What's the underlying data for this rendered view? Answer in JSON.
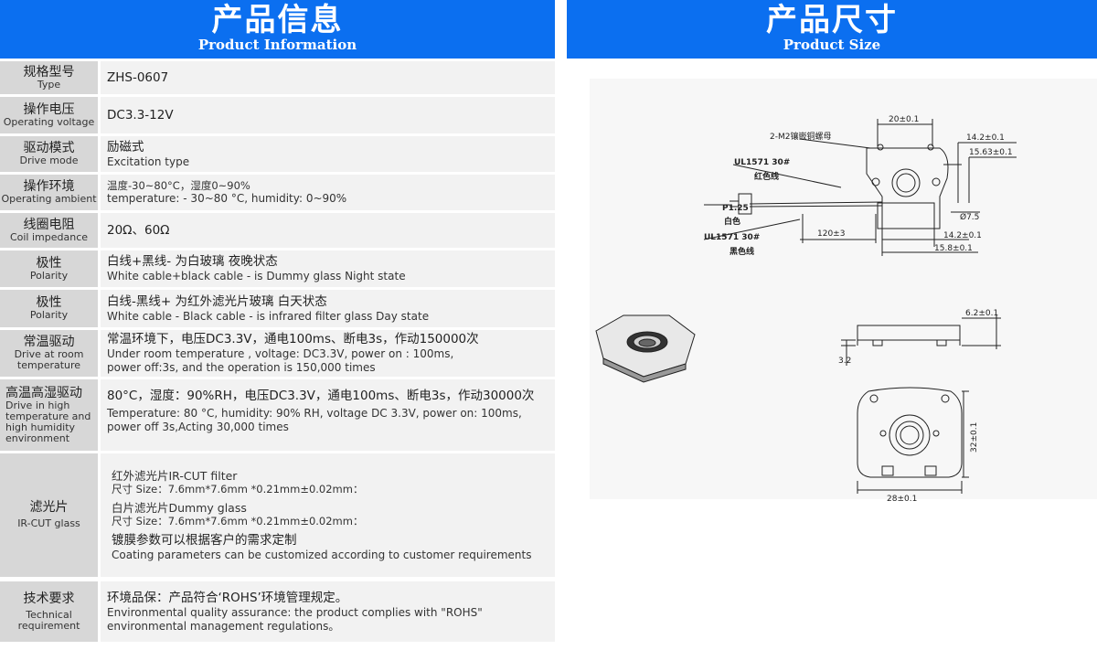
{
  "left_banner": {
    "title_cn": "产品信息",
    "title_en": "Product Information"
  },
  "right_banner": {
    "title_cn": "产品尺寸",
    "title_en": "Product Size"
  },
  "specs": [
    {
      "label_cn": "规格型号",
      "label_en": "Type",
      "lines": [
        "ZHS-0607"
      ]
    },
    {
      "label_cn": "操作电压",
      "label_en": "Operating voltage",
      "lines": [
        "DC3.3-12V"
      ]
    },
    {
      "label_cn": "驱动模式",
      "label_en": "Drive mode",
      "lines": [
        "励磁式",
        "Excitation type"
      ]
    },
    {
      "label_cn": "操作环境",
      "label_en": "Operating ambient",
      "lines": [
        "温度-30~80°C，湿度0~90%",
        "temperature: - 30~80 °C, humidity: 0~90%"
      ]
    },
    {
      "label_cn": "线圈电阻",
      "label_en": "Coil impedance",
      "lines": [
        "20Ω、60Ω"
      ]
    },
    {
      "label_cn": "极性",
      "label_en": "Polarity",
      "lines": [
        "白线+黑线- 为白玻璃 夜晚状态",
        "White cable+black cable - is Dummy glass   Night state"
      ]
    },
    {
      "label_cn": "极性",
      "label_en": "Polarity",
      "lines": [
        "白线-黑线+ 为红外滤光片玻璃 白天状态",
        "White cable - Black cable - is infrared filter glass Day state"
      ]
    },
    {
      "label_cn": "常温驱动",
      "label_en": "Drive at room temperature",
      "lines": [
        "常温环境下，电压DC3.3V，通电100ms、断电3s，作动150000次",
        "Under room temperature , voltage: DC3.3V, power on : 100ms,",
        "power off:3s, and the operation is 150,000 times"
      ]
    },
    {
      "label_cn": "高温高湿驱动",
      "label_en": "Drive in high temperature and high humidity environment",
      "lines": [
        "80°C，湿度：90%RH，电压DC3.3V，通电100ms、断电3s，作动30000次",
        "Temperature: 80 °C, humidity: 90% RH, voltage DC 3.3V,    power on: 100ms,",
        "power off 3s,Acting 30,000 times"
      ]
    },
    {
      "label_cn": "滤光片",
      "label_en": "IR-CUT glass",
      "lines": [
        "红外滤光片IR-CUT filter",
        "尺寸 Size：7.6mm*7.6mm *0.21mm±0.02mm：",
        "白片滤光片Dummy glass",
        "尺寸 Size：7.6mm*7.6mm *0.21mm±0.02mm：",
        "镀膜参数可以根据客户的需求定制",
        "Coating parameters can be customized according to customer requirements"
      ]
    },
    {
      "label_cn": "技术要求",
      "label_en": "Technical requirement",
      "lines": [
        "环境品保：产品符合‘ROHS’环境管理规定。",
        "Environmental quality assurance: the product complies with \"ROHS\"",
        "environmental management regulations。"
      ]
    }
  ],
  "drawing": {
    "labels": {
      "nut": "2-M2镶嵌铜螺母",
      "wire_red": "UL1571 30#",
      "red": "红色线",
      "p125": "P1.25",
      "white": "白色",
      "wire_black": "UL1571 30#",
      "black": "黑色线"
    },
    "dims": {
      "d20": "20±0.1",
      "d142a": "14.2±0.1",
      "d1563": "15.63±0.1",
      "d75": "Ø7.5",
      "d120": "120±3",
      "d142b": "14.2±0.1",
      "d158": "15.8±0.1",
      "d62": "6.2±0.1",
      "d32s": "3.2",
      "d32": "32±0.1",
      "d28": "28±0.1"
    }
  }
}
